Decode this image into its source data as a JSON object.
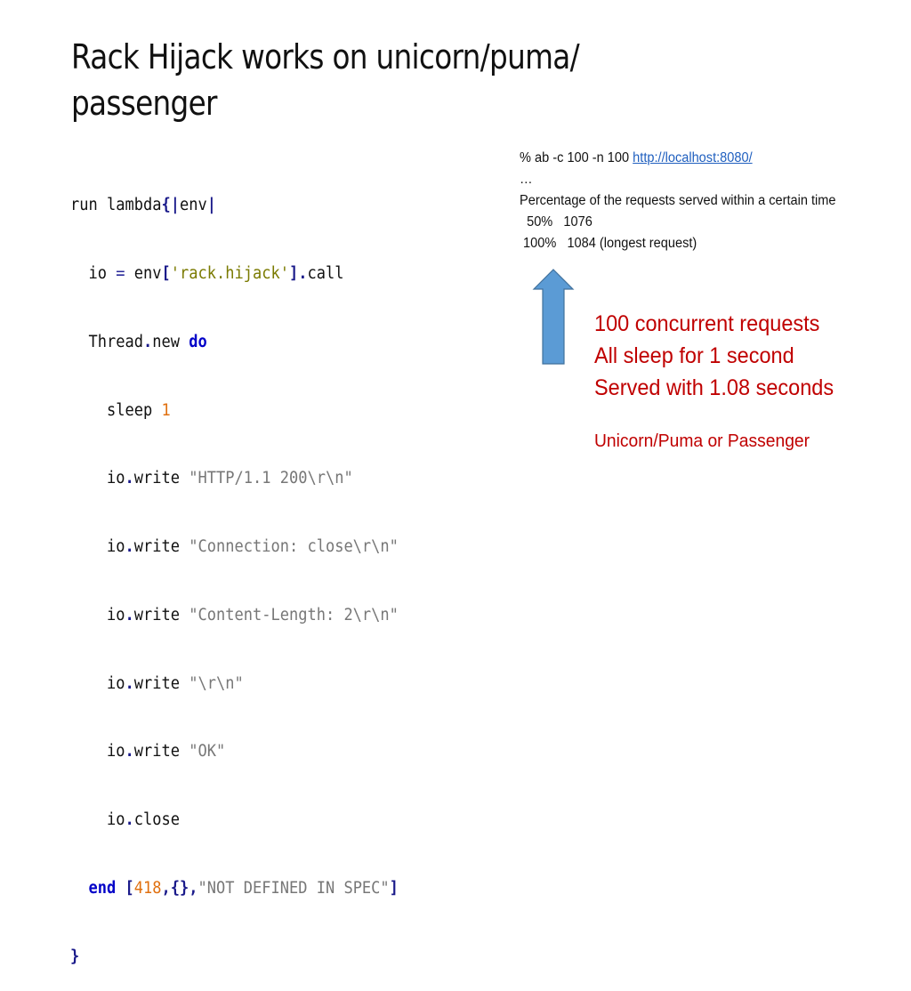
{
  "slide": {
    "title_line1": "Rack Hijack works on unicorn/puma/",
    "title_line2": "passenger"
  },
  "code": {
    "language": "ruby",
    "lines": [
      "run lambda{|env|",
      "  io = env['rack.hijack'].call",
      "  Thread.new do",
      "    sleep 1",
      "    io.write \"HTTP/1.1 200\\r\\n\"",
      "    io.write \"Connection: close\\r\\n\"",
      "    io.write \"Content-Length: 2\\r\\n\"",
      "    io.write \"\\r\\n\"",
      "    io.write \"OK\"",
      "    io.close",
      "  end [418,{},\"NOT DEFINED IN SPEC\"]",
      "}"
    ],
    "tokens": {
      "run": "run",
      "lambda": "lambda",
      "open_brace": "{",
      "pipe": "|",
      "env": "env",
      "io": "io",
      "eq": "=",
      "lbracket": "[",
      "rbracket": "]",
      "hijack_key": "'rack.hijack'",
      "dot": ".",
      "call": "call",
      "thread": "Thread",
      "new": "new",
      "do": "do",
      "sleep": "sleep",
      "one": "1",
      "write": "write",
      "close": "close",
      "str_status": "\"HTTP/1.1 200\\r\\n\"",
      "str_conn": "\"Connection: close\\r\\n\"",
      "str_len": "\"Content-Length: 2\\r\\n\"",
      "str_crlf": "\"\\r\\n\"",
      "str_ok": "\"OK\"",
      "end": "end",
      "code_418": "418",
      "comma": ",",
      "empty_hash": "{}",
      "str_spec": "\"NOT DEFINED IN SPEC\"",
      "close_brace": "}"
    }
  },
  "benchmark": {
    "command_prefix": "% ab -c 100 -n 100 ",
    "url": "http://localhost:8080/",
    "ellipsis": "…",
    "heading": "Percentage of the requests served within a certain time",
    "rows": [
      {
        "label": "  50%   1076"
      },
      {
        "label": " 100%   1084 (longest request)"
      }
    ]
  },
  "summary": {
    "lines": [
      "100 concurrent requests",
      "All sleep for 1 second",
      "Served with 1.08 seconds"
    ],
    "servers": "Unicorn/Puma or Passenger"
  },
  "colors": {
    "accent_red": "#c00000",
    "arrow_fill": "#5b9bd5",
    "arrow_stroke": "#41719c",
    "keyword_blue": "#0000c8",
    "number_orange": "#e07010",
    "string_gray": "#777777",
    "link_blue": "#1f5fbf"
  }
}
